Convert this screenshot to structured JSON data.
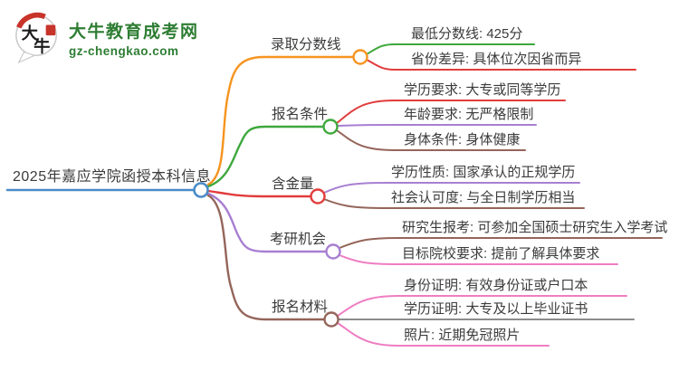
{
  "logo": {
    "brand": "大牛教育成考网",
    "domain": "gz-chengkao.com",
    "icon_char1": "大",
    "icon_char2": "牛",
    "brand_color": "#2e7d33",
    "seal_color": "#c8342a"
  },
  "mindmap": {
    "root": {
      "label": "2025年嘉应学院函授本科信息",
      "color": "#4a8bc7"
    },
    "branches": [
      {
        "label": "录取分数线",
        "color": "#f5941f",
        "children": [
          {
            "text": "最低分数线: 425分",
            "color": "#3ea83d"
          },
          {
            "text": "省份差异: 具体位次因省而异",
            "color": "#e23c3c"
          }
        ]
      },
      {
        "label": "报名条件",
        "color": "#3ea83d",
        "children": [
          {
            "text": "学历要求: 大专或同等学历",
            "color": "#e23c3c"
          },
          {
            "text": "年龄要求: 无严格限制",
            "color": "#a87fd2"
          },
          {
            "text": "身体条件: 身体健康",
            "color": "#95655a"
          }
        ]
      },
      {
        "label": "含金量",
        "color": "#e23c3c",
        "children": [
          {
            "text": "学历性质: 国家承认的正规学历",
            "color": "#a87fd2"
          },
          {
            "text": "社会认可度: 与全日制学历相当",
            "color": "#95655a"
          }
        ]
      },
      {
        "label": "考研机会",
        "color": "#a87fd2",
        "children": [
          {
            "text": "研究生报考: 可参加全国硕士研究生入学考试",
            "color": "#95655a"
          },
          {
            "text": "目标院校要求: 提前了解具体要求",
            "color": "#ef7dc3"
          }
        ]
      },
      {
        "label": "报名材料",
        "color": "#95655a",
        "children": [
          {
            "text": "身份证明: 有效身份证或户口本",
            "color": "#ef7dc3"
          },
          {
            "text": "学历证明: 大专及以上毕业证书",
            "color": "#8c8c8c"
          },
          {
            "text": "照片: 近期免冠照片",
            "color": "#ef7dc3"
          }
        ]
      }
    ]
  }
}
